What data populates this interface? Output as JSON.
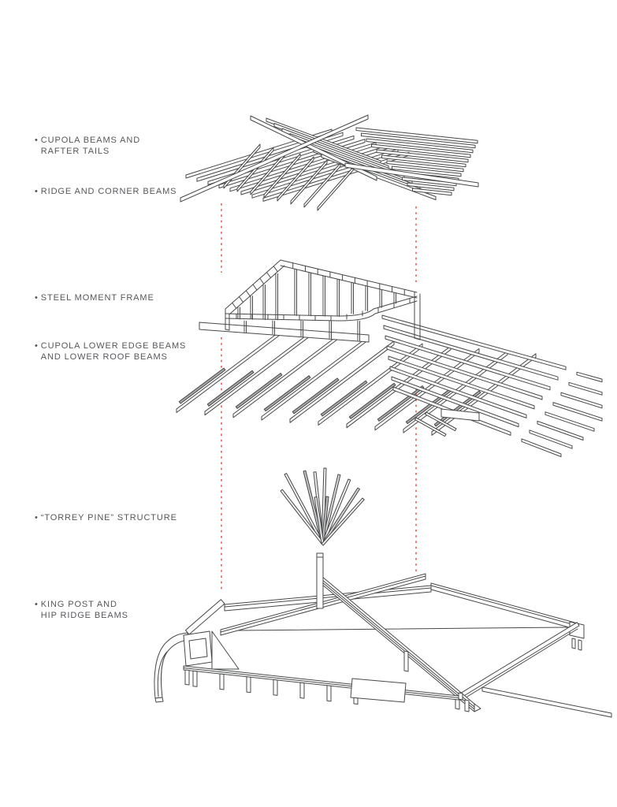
{
  "title": "Exploded axonometric roof structure diagram",
  "bullet_char": "•",
  "colors": {
    "line": "#47484a",
    "label_text": "#56575b",
    "leader": "#e8433b",
    "background": "#ffffff"
  },
  "labels": [
    {
      "lines": [
        "CUPOLA BEAMS AND",
        "RAFTER TAILS"
      ]
    },
    {
      "lines": [
        "RIDGE AND CORNER BEAMS"
      ]
    },
    {
      "lines": [
        "STEEL MOMENT FRAME"
      ]
    },
    {
      "lines": [
        "CUPOLA LOWER EDGE BEAMS",
        "AND LOWER ROOF BEAMS"
      ]
    },
    {
      "lines": [
        "“TORREY PINE” STRUCTURE"
      ]
    },
    {
      "lines": [
        "KING POST AND",
        "HIP RIDGE BEAMS"
      ]
    }
  ],
  "figure": {
    "type": "exploded-axonometric-structural-diagram",
    "layers": [
      "cupola-beams-and-rafter-tails",
      "ridge-and-corner-beams",
      "steel-moment-frame",
      "cupola-lower-edge-beams-and-lower-roof-beams",
      "torrey-pine-structure",
      "king-post-and-hip-ridge-beams"
    ]
  }
}
